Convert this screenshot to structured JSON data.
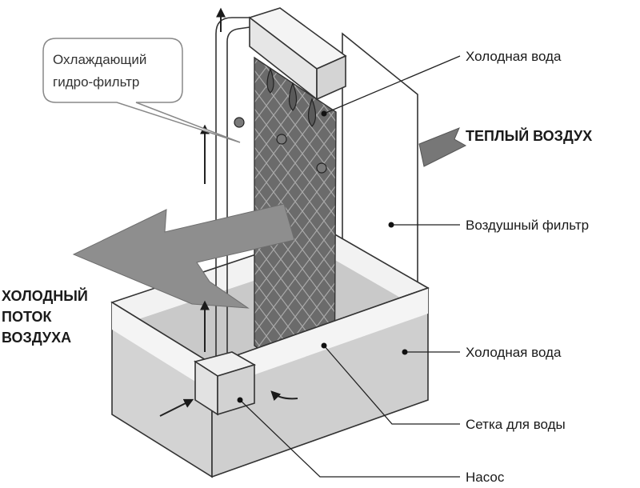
{
  "callout": {
    "line1": "Охлаждающий",
    "line2": "гидро-фильтр"
  },
  "labels": {
    "cold_water_top": "Холодная вода",
    "warm_air": "ТЕПЛЫЙ ВОЗДУХ",
    "air_filter": "Воздушный фильтр",
    "cold_water_tank": "Холодная вода",
    "water_mesh": "Сетка для воды",
    "pump": "Насос"
  },
  "cold_air_flow": {
    "line1": "ХОЛОДНЫЙ",
    "line2": "ПОТОК",
    "line3": "ВОЗДУХА"
  }
}
